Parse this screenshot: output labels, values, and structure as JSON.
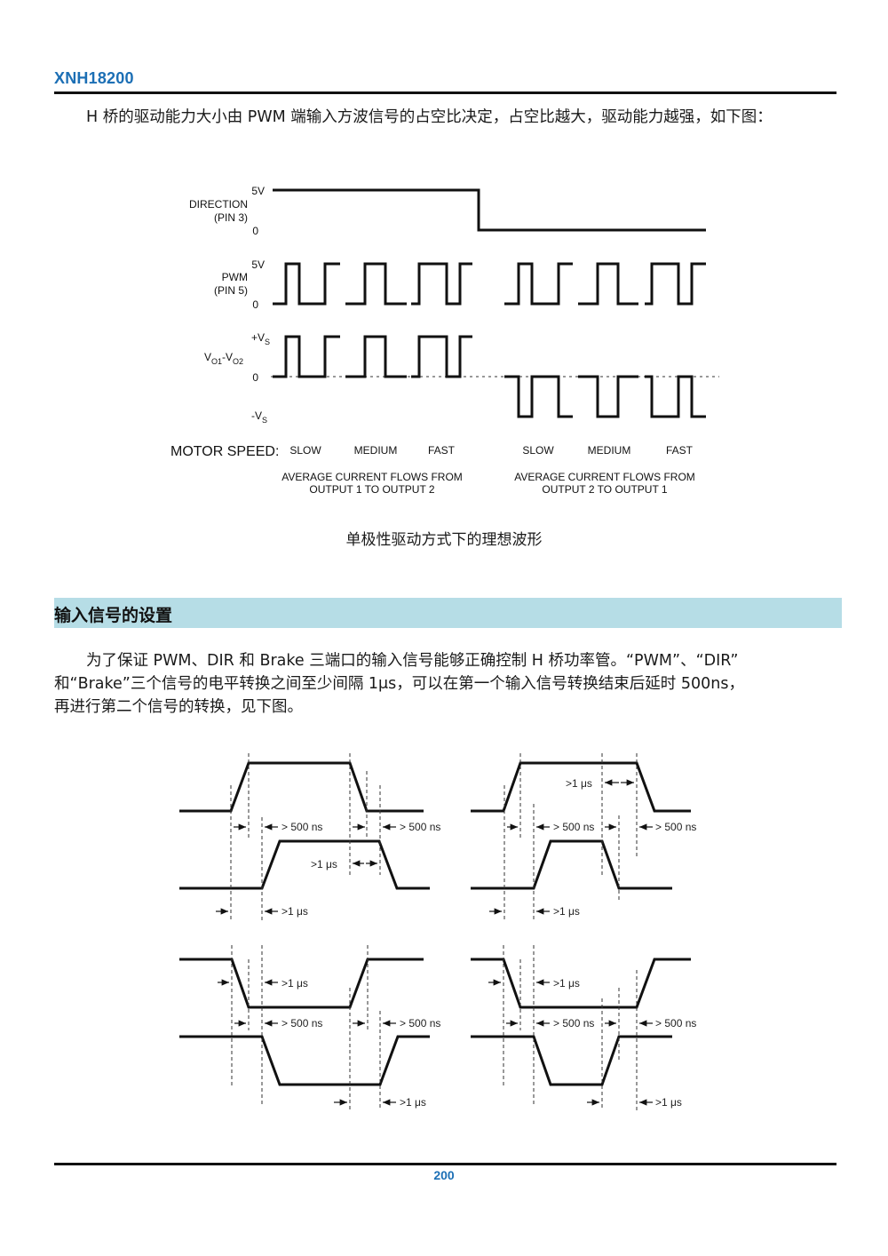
{
  "header": {
    "title": "XNH18200"
  },
  "intro": {
    "text": "H 桥的驱动能力大小由 PWM 端输入方波信号的占空比决定，占空比越大，驱动能力越强，如下图："
  },
  "figure1": {
    "caption": "单极性驱动方式下的理想波形",
    "direction": {
      "label_line1": "DIRECTION",
      "label_line2": "(PIN 3)",
      "high": "5V",
      "low": "0"
    },
    "pwm": {
      "label_line1": "PWM",
      "label_line2": "(PIN 5)",
      "high": "5V",
      "low": "0"
    },
    "vout": {
      "label": "V",
      "sub1": "O1",
      "dash": "-V",
      "sub2": "O2",
      "pos": "+V",
      "pos_sub": "S",
      "zero": "0",
      "neg": "-V",
      "neg_sub": "S"
    },
    "motor_speed_label": "MOTOR SPEED:",
    "speeds_left": [
      "SLOW",
      "MEDIUM",
      "FAST"
    ],
    "speeds_right": [
      "SLOW",
      "MEDIUM",
      "FAST"
    ],
    "note_left": [
      "AVERAGE CURRENT FLOWS FROM",
      "OUTPUT 1 TO OUTPUT 2"
    ],
    "note_right": [
      "AVERAGE CURRENT FLOWS FROM",
      "OUTPUT 2 TO OUTPUT 1"
    ]
  },
  "section": {
    "title": "输入信号的设置"
  },
  "body": {
    "line1": "为了保证 PWM、DIR 和 Brake 三端口的输入信号能够正确控制 H 桥功率管。“PWM”、“DIR”",
    "line2": "和“Brake”三个信号的电平转换之间至少间隔 1μs，可以在第一个输入信号转换结束后延时 500ns，",
    "line3": "再进行第二个信号的转换，见下图。"
  },
  "figure2": {
    "t500": "> 500 ns",
    "t1us": ">1 μs"
  },
  "footer": {
    "page_number": "200"
  }
}
